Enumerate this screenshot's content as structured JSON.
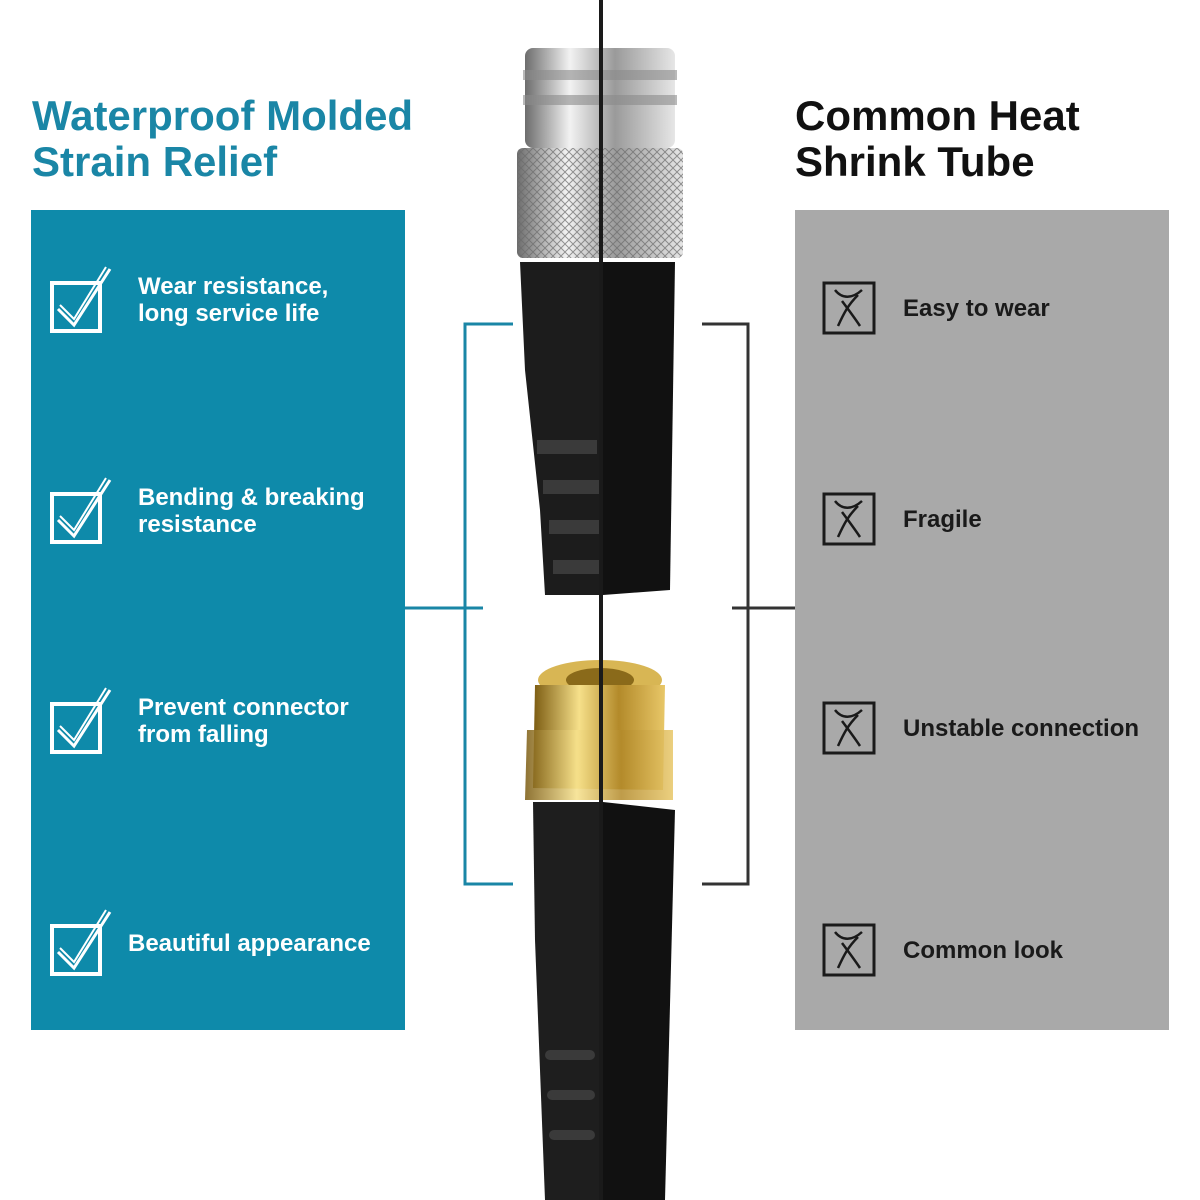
{
  "left": {
    "title": "Waterproof Molded\nStrain Relief",
    "features": [
      {
        "label": "Wear resistance,\nlong service life",
        "icon": "check-icon"
      },
      {
        "label": "Bending & breaking\nresistance",
        "icon": "check-icon"
      },
      {
        "label": "Prevent connector\nfrom falling",
        "icon": "check-icon"
      },
      {
        "label": "Beautiful appearance",
        "icon": "check-icon"
      }
    ],
    "color": "#0e8aaa"
  },
  "right": {
    "title": "Common Heat\nShrink Tube",
    "drawbacks": [
      {
        "label": "Easy to wear",
        "icon": "cross-icon"
      },
      {
        "label": "Fragile",
        "icon": "cross-icon"
      },
      {
        "label": "Unstable connection",
        "icon": "cross-icon"
      },
      {
        "label": "Common look",
        "icon": "cross-icon"
      }
    ],
    "color": "#a9a9a9"
  }
}
